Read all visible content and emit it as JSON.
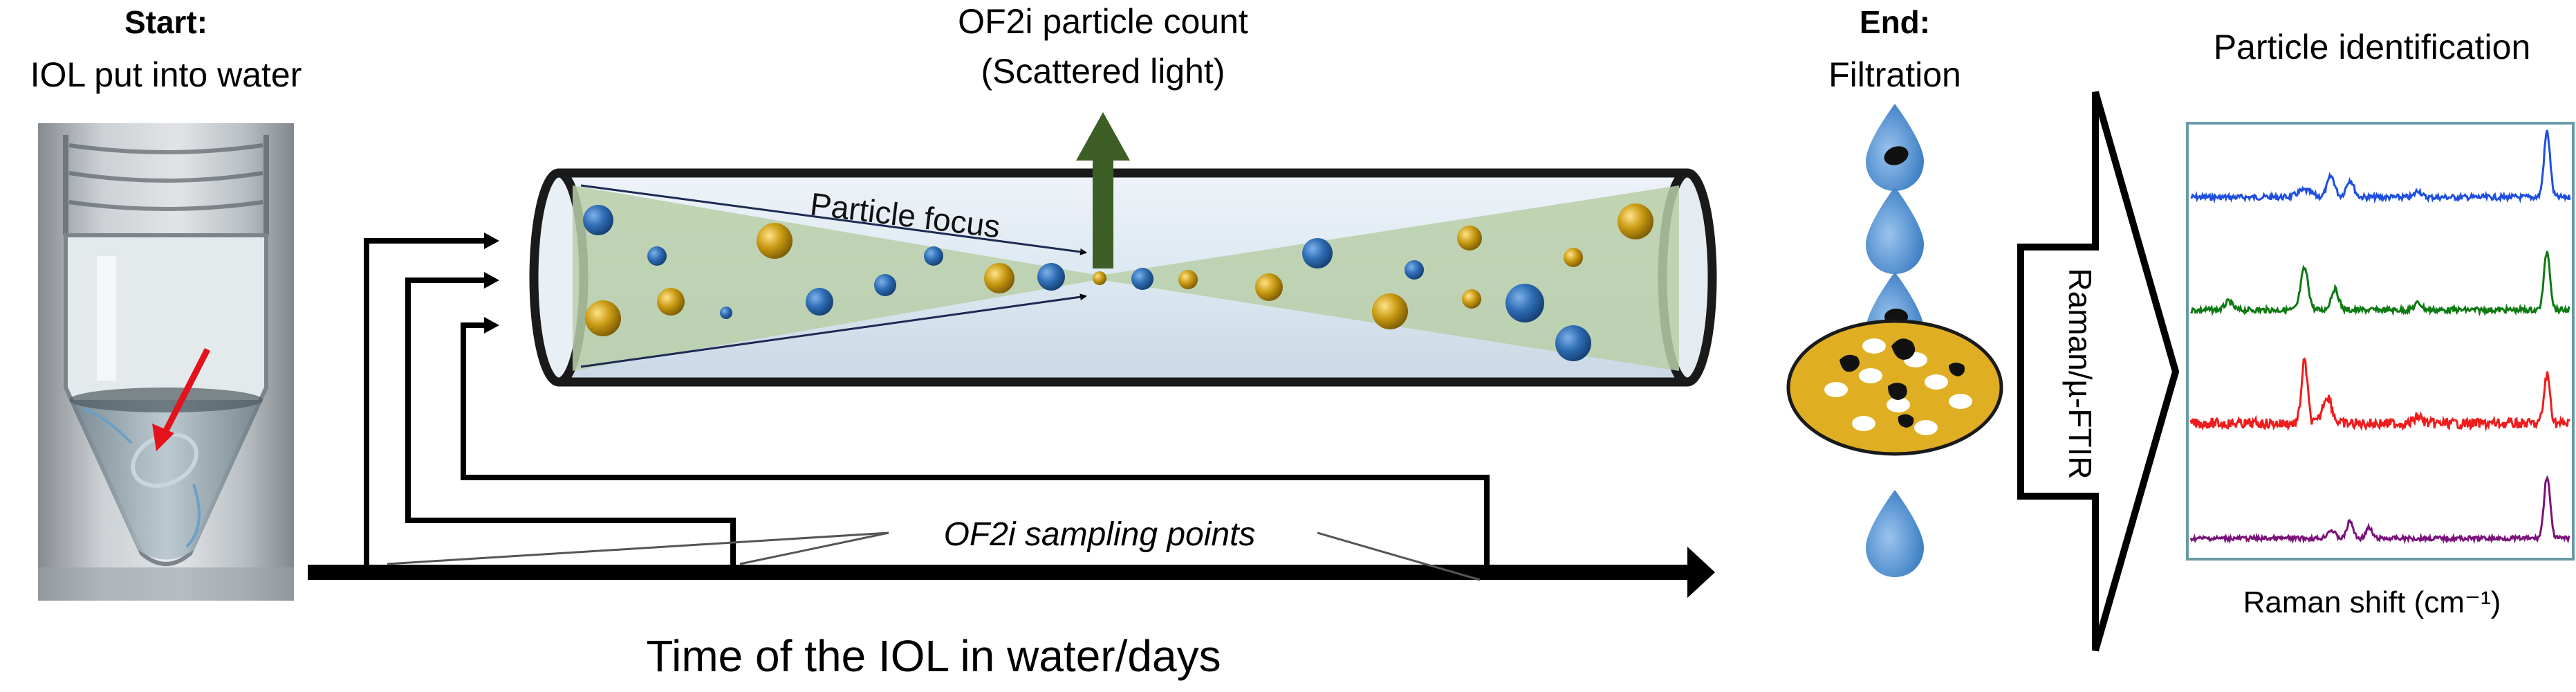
{
  "start": {
    "heading": "Start:",
    "text": "IOL put into water"
  },
  "detector": {
    "title_line1": "OF2i particle count",
    "title_line2": "(Scattered light)",
    "focus_label": "Particle focus"
  },
  "timeline": {
    "label": "Time of the IOL in water/days",
    "sampling_label": "OF2i sampling points"
  },
  "end": {
    "heading": "End:",
    "text": "Filtration"
  },
  "analysis": {
    "method": "Raman/µ-FTIR",
    "title": "Particle identification",
    "xlabel": "Raman shift (cm⁻¹)"
  },
  "colors": {
    "blue_particle": "#2f6db5",
    "gold_particle": "#c99a12",
    "beam": "#b9cfa8",
    "arrow_up": "#3d5f26",
    "filter": "#e0ae22",
    "drop": "#4a8fd0",
    "spec1": "#1f4fe0",
    "spec2": "#0d7a12",
    "spec3": "#ee1c1c",
    "spec4": "#7a137a"
  },
  "icons": [
    "vial-photo",
    "red-arrow-icon",
    "flow-cell-icon",
    "droplet-icon",
    "filter-icon",
    "arrow-up-icon",
    "big-arrow-icon"
  ]
}
